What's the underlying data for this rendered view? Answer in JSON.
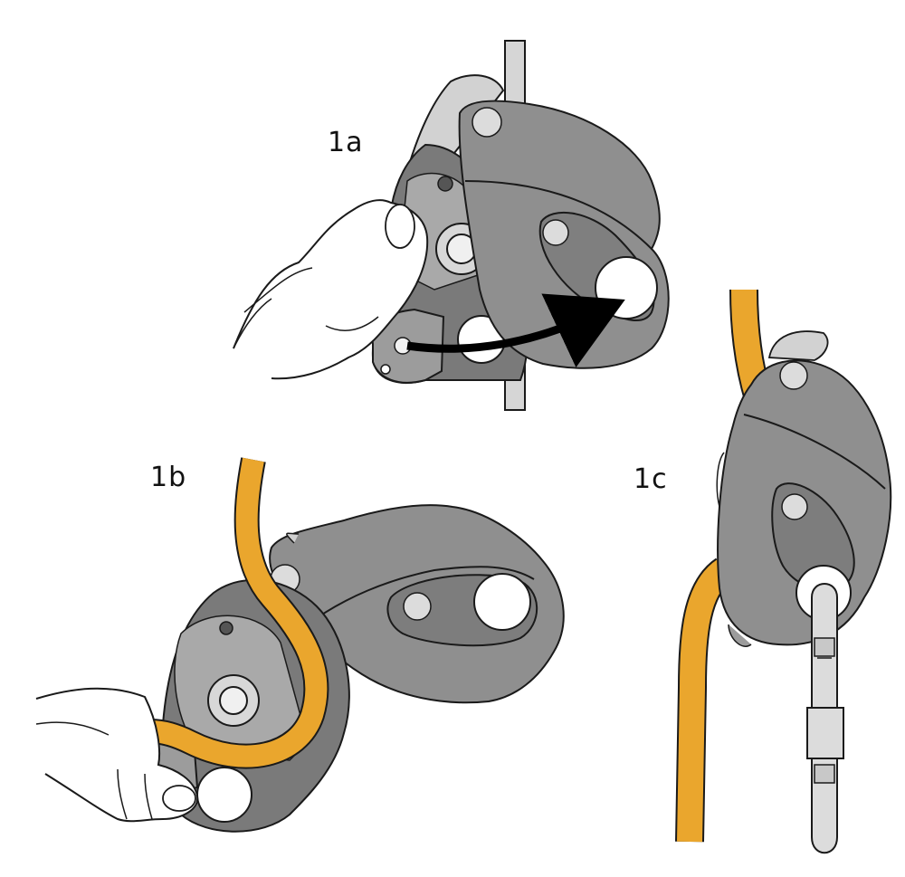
{
  "figure": {
    "steps": [
      {
        "id": "1a",
        "label": "1a"
      },
      {
        "id": "1b",
        "label": "1b"
      },
      {
        "id": "1c",
        "label": "1c"
      }
    ]
  },
  "colors": {
    "device_body": "#8f8f8f",
    "device_dark": "#6e6e6e",
    "device_plate": "#a8a8a8",
    "device_light": "#d4d4d4",
    "rope": "#eaa62d",
    "outline": "#1a1a1a",
    "arrow": "#000000",
    "background": "#ffffff"
  },
  "icons": [
    "hand-icon",
    "belay-device-icon",
    "rope-icon",
    "carabiner-icon",
    "curved-arrow-icon"
  ]
}
